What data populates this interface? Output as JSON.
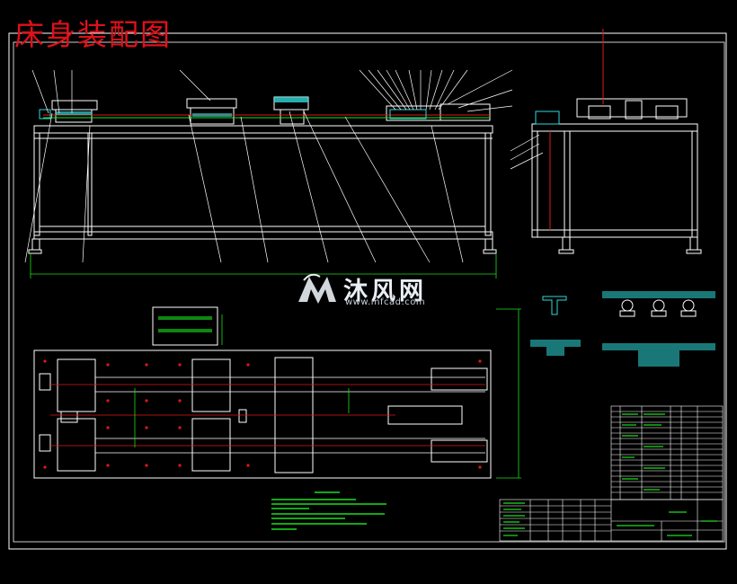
{
  "title": {
    "text": "床身装配图"
  },
  "watermark": {
    "brand_cn": "沐风网",
    "url": "www.mfcad.com"
  },
  "colors": {
    "background": "#000000",
    "title_red": "#e0101a",
    "line_white": "#ffffff",
    "line_green": "#19e01b",
    "line_red": "#e01818",
    "line_cyan": "#2fd9d9",
    "watermark": "#e9eef4"
  }
}
